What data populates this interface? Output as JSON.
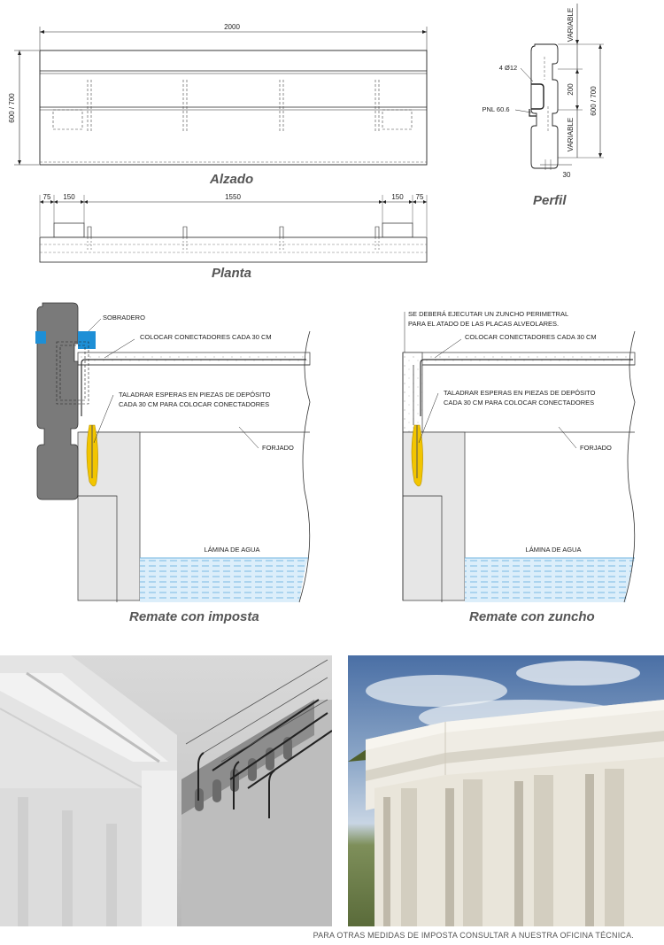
{
  "elevation": {
    "caption": "Alzado",
    "width_dim": "2000",
    "height_dim": "600 / 700"
  },
  "plan": {
    "caption": "Planta",
    "dims": [
      "75",
      "150",
      "1550",
      "150",
      "75"
    ]
  },
  "profile": {
    "caption": "Perfil",
    "label_bars": "4 Ø12",
    "label_pnl": "PNL 60.6",
    "dim_variable_top": "VARIABLE",
    "dim_200": "200",
    "dim_variable_bottom": "VARIABLE",
    "dim_total": "600 / 700",
    "dim_30": "30"
  },
  "detail_imposta": {
    "caption": "Remate con imposta",
    "label_sobradero": "SOBRADERO",
    "label_conectadores": "COLOCAR CONECTADORES CADA 30 CM",
    "label_taladrar_1": "TALADRAR ESPERAS EN PIEZAS DE DEPÓSITO",
    "label_taladrar_2": "CADA 30 CM PARA COLOCAR CONECTADORES",
    "label_forjado": "FORJADO",
    "label_agua": "LÁMINA DE AGUA"
  },
  "detail_zuncho": {
    "caption": "Remate con zuncho",
    "label_zuncho_1": "SE DEBERÁ EJECUTAR UN ZUNCHO PERIMETRAL",
    "label_zuncho_2": "PARA EL ATADO DE LAS PLACAS ALVEOLARES.",
    "label_conectadores": "COLOCAR CONECTADORES CADA 30 CM",
    "label_taladrar_1": "TALADRAR ESPERAS EN PIEZAS DE DEPÓSITO",
    "label_taladrar_2": "CADA 30 CM PARA COLOCAR CONECTADORES",
    "label_forjado": "FORJADO",
    "label_agua": "LÁMINA DE AGUA"
  },
  "colors": {
    "concrete_dark": "#7a7a7a",
    "sobradero_blue": "#1e8fd6",
    "connector_yellow": "#f2c500",
    "water_blue": "#9fd0ee"
  },
  "footer": "PARA OTRAS MEDIDAS DE IMPOSTA CONSULTAR A NUESTRA OFICINA TÉCNICA."
}
